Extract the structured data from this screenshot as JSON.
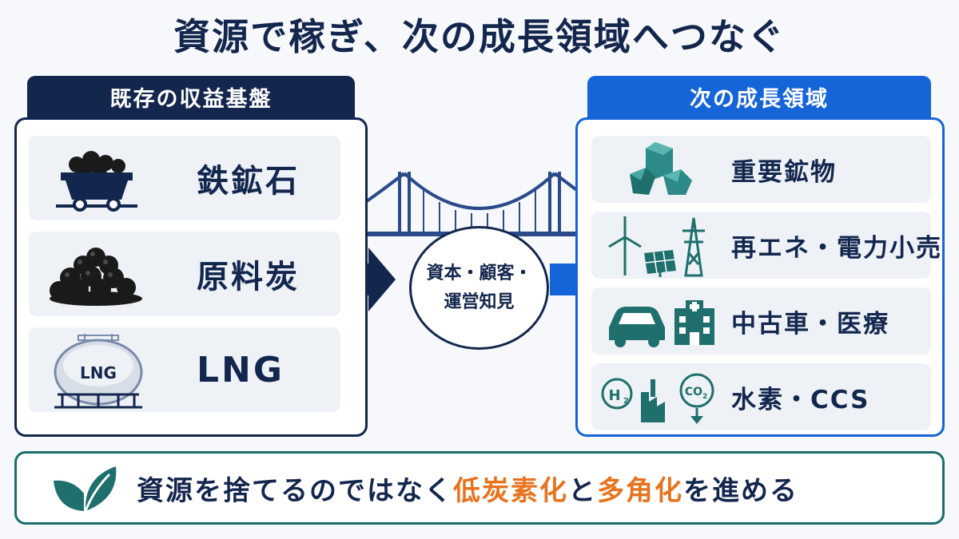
{
  "title": "資源で稼ぎ、次の成長領域へつなぐ",
  "left": {
    "header": "既存の収益基盤",
    "items": [
      {
        "label": "鉄鉱石",
        "icon": "mine-cart-icon"
      },
      {
        "label": "原料炭",
        "icon": "coal-pile-icon"
      },
      {
        "label": "LNG",
        "icon": "lng-tank-icon",
        "icon_text": "LNG"
      }
    ]
  },
  "hub": {
    "line1": "資本・顧客・",
    "line2": "運営知見"
  },
  "right": {
    "header": "次の成長領域",
    "items": [
      {
        "label": "重要鉱物",
        "icon": "minerals-icon"
      },
      {
        "label": "再エネ・電力小売",
        "icon": "renewables-icon"
      },
      {
        "label": "中古車・医療",
        "icon": "car-hospital-icon"
      },
      {
        "label": "水素・CCS",
        "icon": "hydrogen-co2-icon",
        "icon_text_h2": "H",
        "icon_text_co2": "CO"
      }
    ]
  },
  "footer": {
    "text_before": "資源を捨てるのではなく",
    "highlight_1": "低炭素化",
    "text_mid": "と",
    "highlight_2": "多角化",
    "text_after": "を進める",
    "icon": "leaf-icon"
  },
  "colors": {
    "navy": "#13264d",
    "blue": "#1565d8",
    "teal": "#1b6e6b",
    "orange": "#e8731f"
  }
}
